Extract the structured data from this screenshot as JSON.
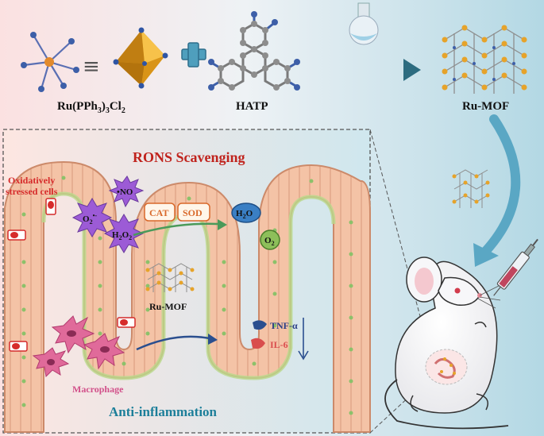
{
  "top": {
    "ru_complex_label": {
      "main": "Ru(PPh",
      "sub1": "3",
      "mid": ")",
      "sub2": "3",
      "tail": "Cl",
      "sub3": "2"
    },
    "equals_symbol": "≡",
    "linker_label": "HATP",
    "product_label": "Ru-MOF"
  },
  "panel": {
    "title": "RONS Scavenging",
    "footer": "Anti-inflammation",
    "stressed_cells_line1": "Oxidatively",
    "stressed_cells_line2": "stressed cells",
    "mof_label": "Ru-MOF",
    "macrophage_label": "Macrophage",
    "species": {
      "no": "•NO",
      "superoxide": {
        "main": "O",
        "sub": "2",
        "sup": "•-"
      },
      "peroxide": {
        "main": "H",
        "sub1": "2",
        "mid": "O",
        "sub2": "2"
      },
      "water": {
        "main": "H",
        "sub": "2",
        "tail": "O"
      },
      "oxygen": {
        "main": "O",
        "sub": "2"
      }
    },
    "enzymes": [
      "CAT",
      "SOD"
    ],
    "cytokines": [
      "TNF-α",
      "IL-6"
    ]
  },
  "colors": {
    "title_red": "#c0231d",
    "footer_teal": "#1d7f9a",
    "stressed_red": "#d62b2b",
    "macrophage_pink": "#d2508a",
    "cytokine_navy": "#2b3f86",
    "enzyme_orange": "#d9692b",
    "villus_fill": "#f2c0a4",
    "ros_purple": "#8f4fc9",
    "mof_gold": "#e6a32a"
  }
}
